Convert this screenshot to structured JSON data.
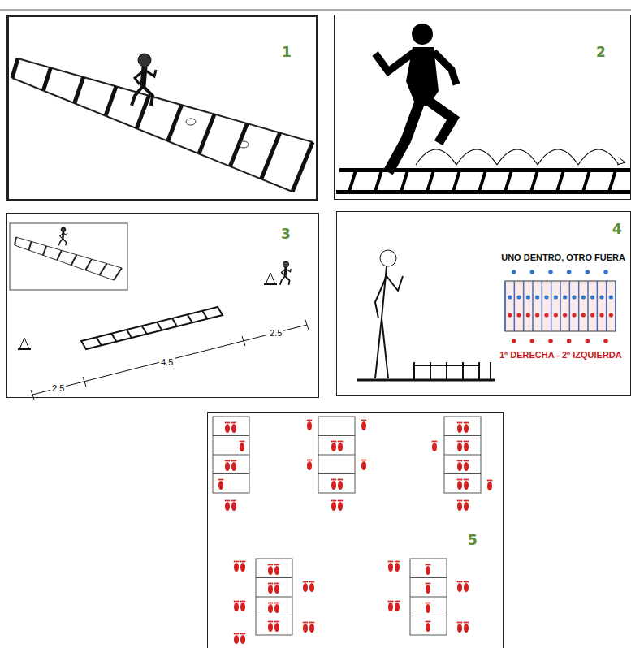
{
  "diagram": {
    "nodes": [
      {
        "text": [
          "1"
        ]
      },
      {
        "text": [
          "2"
        ]
      },
      {
        "text": [
          "3"
        ]
      },
      {
        "text": [
          "4",
          "UNO DENTRO, OTRO FUERA",
          "1ª DERECHA - 2ª IZQUIERDA"
        ]
      },
      {
        "text": [
          "5"
        ]
      }
    ],
    "labels": [
      "2.5",
      "4.5",
      "2.5"
    ]
  }
}
